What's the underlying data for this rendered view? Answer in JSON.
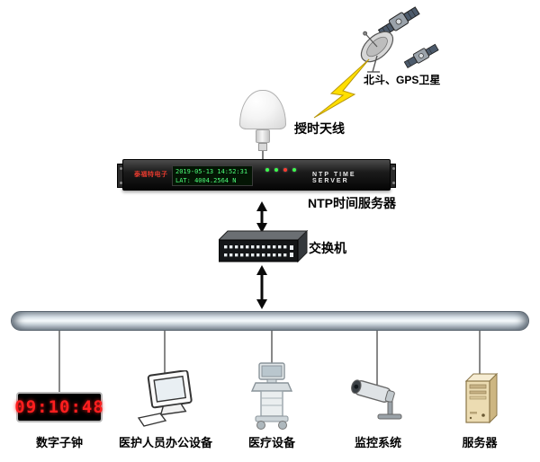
{
  "labels": {
    "satellites": "北斗、GPS卫星",
    "antenna": "授时天线",
    "ntp_server": "NTP时间服务器",
    "switch": "交换机"
  },
  "server": {
    "brand": "泰福特电子",
    "display_line1": "2019-05-13 14:52:31",
    "display_line2": "LAT: 4004.2564 N",
    "name_plate": "NTP TIME SERVER"
  },
  "clock_display": "09:10:48",
  "devices": [
    {
      "id": "digital-clock",
      "label": "数字子钟"
    },
    {
      "id": "office-equipment",
      "label": "医护人员办公设备"
    },
    {
      "id": "medical-equipment",
      "label": "医疗设备"
    },
    {
      "id": "monitoring-system",
      "label": "监控系统"
    },
    {
      "id": "server-tower",
      "label": "服务器"
    }
  ],
  "icons": {
    "satellite": "satellite-icon",
    "dish": "satellite-dish-icon",
    "lightning": "lightning-bolt-icon",
    "antenna": "gps-antenna-icon",
    "ntp_server": "ntp-server-device",
    "switch": "network-switch-icon",
    "bus": "network-bus-bar",
    "digital_clock": "digital-clock-icon",
    "monitor": "computer-monitor-icon",
    "medical_cart": "medical-cart-icon",
    "cctv": "cctv-camera-icon",
    "server_tower": "server-tower-icon"
  },
  "colors": {
    "lightning": "#ffdf00",
    "led_display_green": "#4dff7a",
    "clock_red": "#ff1e1e",
    "bus_light": "#f6fafc",
    "bus_dark": "#7f8a94"
  }
}
